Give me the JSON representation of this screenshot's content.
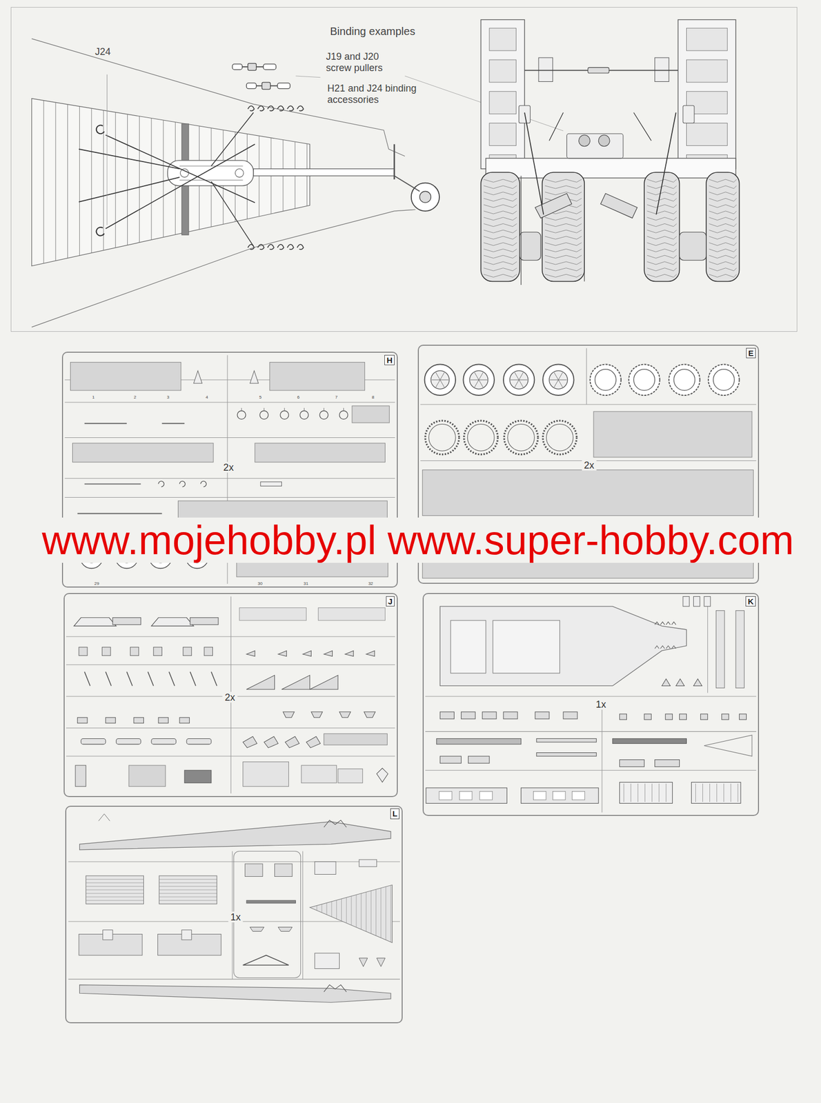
{
  "diagram": {
    "nodes": [
      {
        "text": [
          "Binding examples"
        ]
      },
      {
        "text": [
          "H",
          "2x"
        ]
      },
      {
        "text": [
          "E",
          "2x"
        ]
      },
      {
        "text": [
          "J",
          "2x"
        ]
      },
      {
        "text": [
          "K",
          "1x"
        ]
      },
      {
        "text": [
          "L",
          "1x"
        ]
      }
    ],
    "labels": [
      "J24",
      "J19 and J20 screw pullers",
      "H21 and J24 binding accessories",
      "www.mojehobby.pl www.super-hobby.com",
      "1",
      "2",
      "3",
      "4",
      "5",
      "6",
      "7",
      "8",
      "29",
      "30",
      "31",
      "32"
    ]
  }
}
